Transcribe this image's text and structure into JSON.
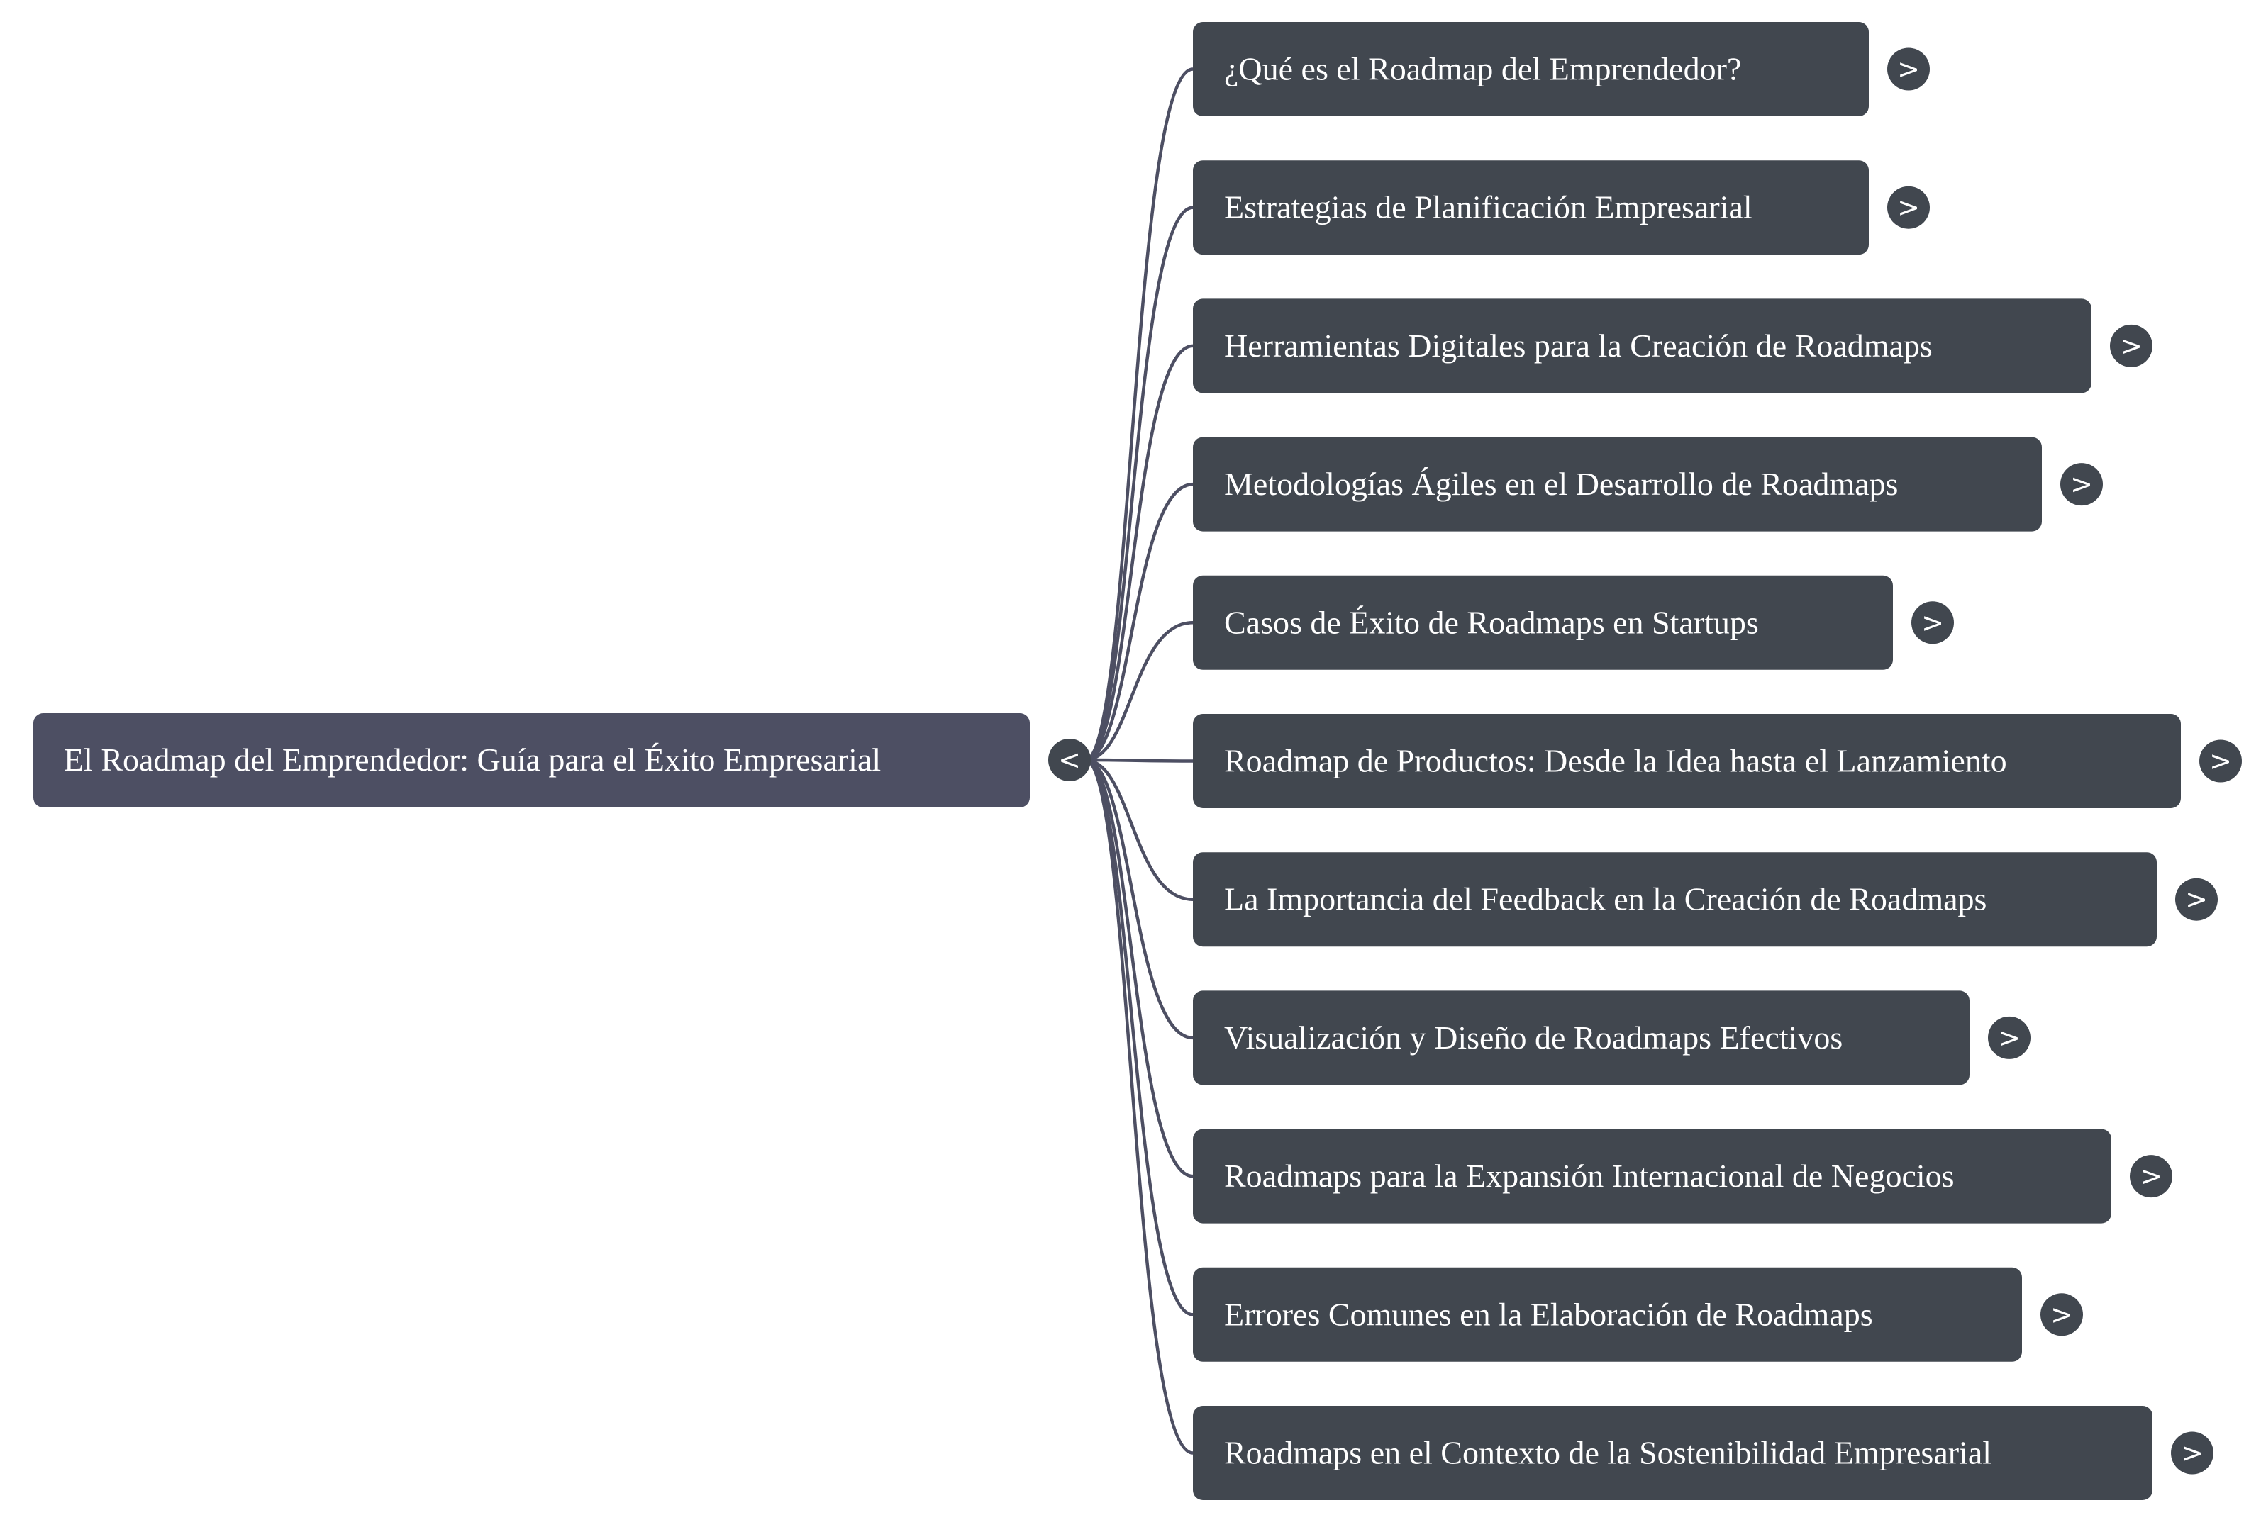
{
  "colors": {
    "root_fill": "#4d4f63",
    "child_fill": "#41474f",
    "link": "#4d4f63",
    "toggle_fill": "#41474f",
    "text": "#ffffff",
    "background": "#ffffff"
  },
  "root": {
    "label": "El Roadmap del Emprendedor: Guía para el Éxito Empresarial",
    "toggle": "<",
    "toggle_icon": "collapse-chevron-left-icon"
  },
  "children": [
    {
      "label": "¿Qué es el Roadmap del Emprendedor?",
      "toggle": ">",
      "toggle_icon": "expand-chevron-right-icon"
    },
    {
      "label": "Estrategias de Planificación Empresarial",
      "toggle": ">",
      "toggle_icon": "expand-chevron-right-icon"
    },
    {
      "label": "Herramientas Digitales para la Creación de Roadmaps",
      "toggle": ">",
      "toggle_icon": "expand-chevron-right-icon"
    },
    {
      "label": "Metodologías Ágiles en el Desarrollo de Roadmaps",
      "toggle": ">",
      "toggle_icon": "expand-chevron-right-icon"
    },
    {
      "label": "Casos de Éxito de Roadmaps en Startups",
      "toggle": ">",
      "toggle_icon": "expand-chevron-right-icon"
    },
    {
      "label": "Roadmap de Productos: Desde la Idea hasta el Lanzamiento",
      "toggle": ">",
      "toggle_icon": "expand-chevron-right-icon"
    },
    {
      "label": "La Importancia del Feedback en la Creación de Roadmaps",
      "toggle": ">",
      "toggle_icon": "expand-chevron-right-icon"
    },
    {
      "label": "Visualización y Diseño de Roadmaps Efectivos",
      "toggle": ">",
      "toggle_icon": "expand-chevron-right-icon"
    },
    {
      "label": "Roadmaps para la Expansión Internacional de Negocios",
      "toggle": ">",
      "toggle_icon": "expand-chevron-right-icon"
    },
    {
      "label": "Errores Comunes en la Elaboración de Roadmaps",
      "toggle": ">",
      "toggle_icon": "expand-chevron-right-icon"
    },
    {
      "label": "Roadmaps en el Contexto de la Sostenibilidad Empresarial",
      "toggle": ">",
      "toggle_icon": "expand-chevron-right-icon"
    }
  ]
}
